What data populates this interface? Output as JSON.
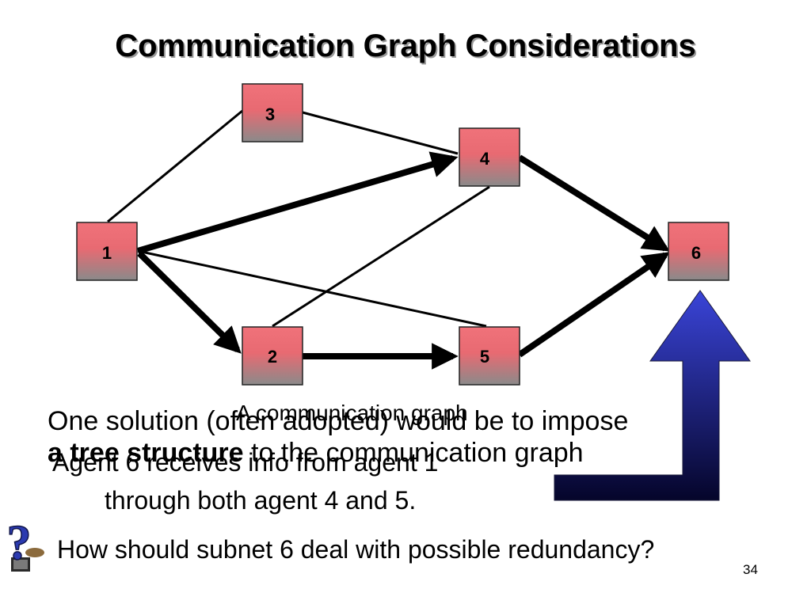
{
  "slide": {
    "title": "Communication Graph Considerations",
    "caption": "A communication graph",
    "solution_prefix": "One solution (often adopted) would be to impose",
    "solution_bold": "a tree structure",
    "solution_suffix": " to the communication graph",
    "agent_line1": "Agent 6 receives info from agent 1",
    "agent_line2": "through both agent 4 and 5.",
    "question": "How should subnet 6 deal with possible redundancy?",
    "page_number": "34"
  },
  "graph": {
    "nodes": [
      {
        "id": "1",
        "label": "1"
      },
      {
        "id": "2",
        "label": "2"
      },
      {
        "id": "3",
        "label": "3"
      },
      {
        "id": "4",
        "label": "4"
      },
      {
        "id": "5",
        "label": "5"
      },
      {
        "id": "6",
        "label": "6"
      }
    ],
    "edges": [
      {
        "from": "1",
        "to": "3",
        "style": "thin"
      },
      {
        "from": "3",
        "to": "4",
        "style": "thin"
      },
      {
        "from": "1",
        "to": "4",
        "style": "thick-arrow"
      },
      {
        "from": "1",
        "to": "2",
        "style": "thick-arrow"
      },
      {
        "from": "1",
        "to": "5",
        "style": "thin"
      },
      {
        "from": "2",
        "to": "4",
        "style": "thin"
      },
      {
        "from": "2",
        "to": "5",
        "style": "thick-arrow"
      },
      {
        "from": "4",
        "to": "6",
        "style": "thick-arrow"
      },
      {
        "from": "5",
        "to": "6",
        "style": "thick-arrow"
      }
    ],
    "colors": {
      "node_top": "#f0727a",
      "node_bottom": "#8a8a8a",
      "edge": "#000000",
      "big_arrow_top": "#3a44d8",
      "big_arrow_bottom": "#05052a"
    }
  },
  "icons": {
    "help": "question-mark-icon",
    "upward_arrow": "big-up-arrow-icon"
  }
}
